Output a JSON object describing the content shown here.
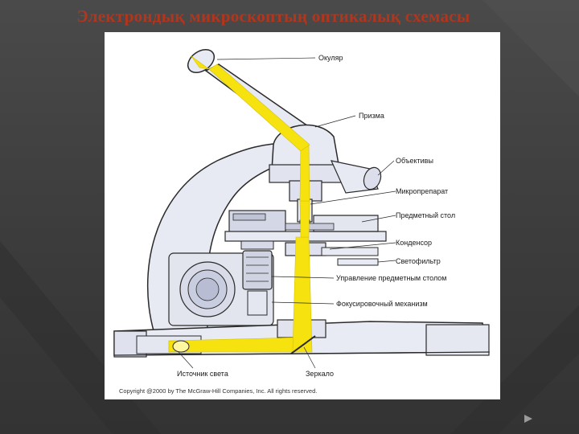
{
  "slide": {
    "title": "Электрондық микроскоптың оптикалық схемасы"
  },
  "diagram": {
    "labels": {
      "eyepiece": "Окуляр",
      "prism": "Призма",
      "objectives": "Объективы",
      "specimen": "Микропрепарат",
      "stage": "Предметный стол",
      "condenser": "Конденсор",
      "filter": "Светофильтр",
      "stage_control": "Управление предметным столом",
      "focus": "Фокусировочный механизм",
      "light_source": "Источник света",
      "mirror": "Зеркало"
    },
    "copyright": "Copyright @2000 by The McGraw-Hill Companies, Inc. All rights reserved.",
    "colors": {
      "light_path": "#f6e20e",
      "body": "#e7e9f3",
      "outline": "#2a2a2a",
      "title": "#b1361e"
    }
  }
}
